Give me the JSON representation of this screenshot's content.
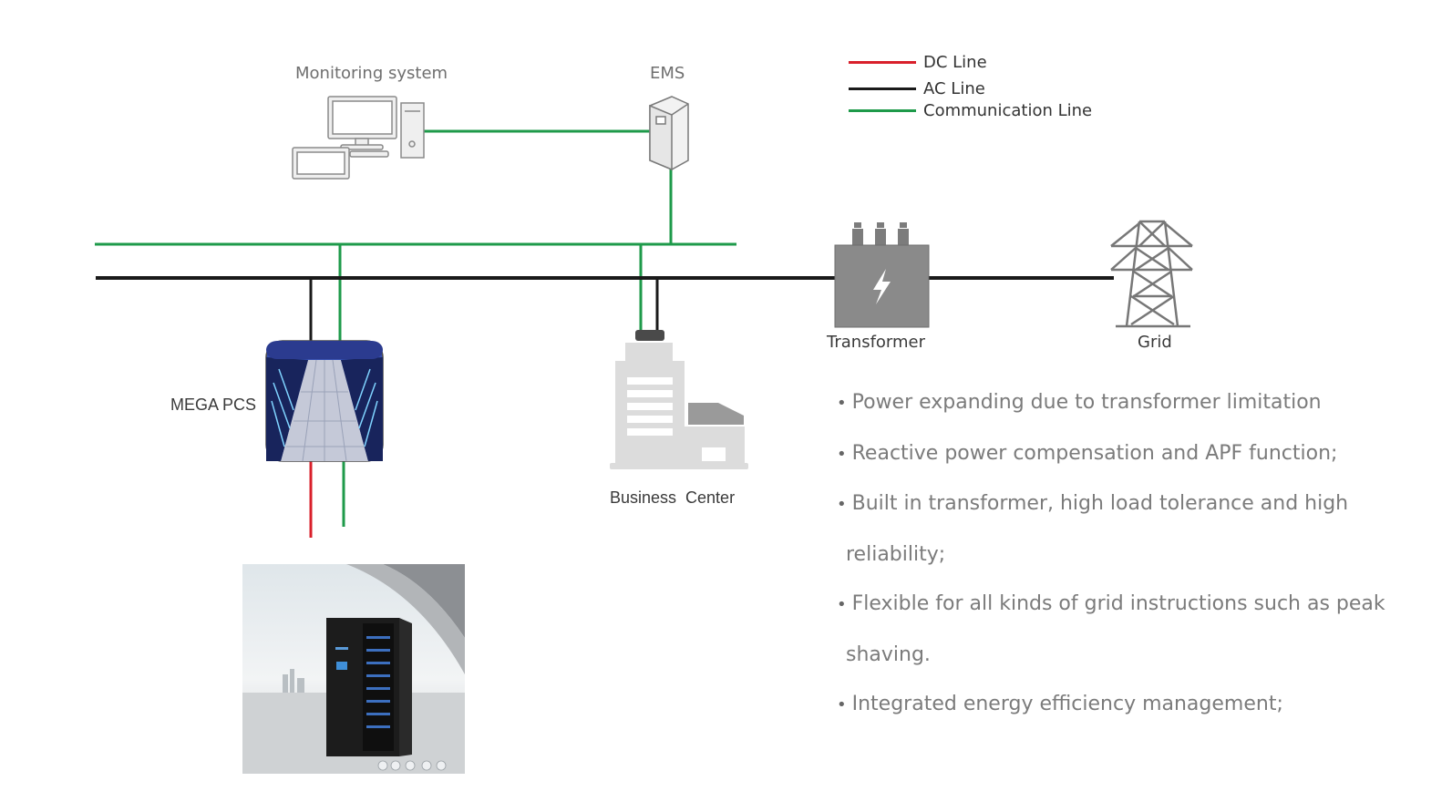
{
  "legend": [
    {
      "label": "DC Line",
      "color": "#d9202b"
    },
    {
      "label": "AC Line",
      "color": "#1a1a1a"
    },
    {
      "label": "Communication Line",
      "color": "#1e9a4a"
    }
  ],
  "nodes": {
    "monitoring": "Monitoring system",
    "ems": "EMS",
    "transformer": "Transformer",
    "grid": "Grid",
    "mega_pcs": "MEGA PCS",
    "business_center": "Business  Center"
  },
  "bullets": [
    "Power expanding due to transformer limitation",
    "Reactive power compensation and APF function;",
    "Built in transformer, high load tolerance and high",
    "reliability;",
    "Flexible for all kinds of grid instructions such as peak",
    "shaving.",
    "Integrated energy efficiency management;"
  ],
  "bullet_continuation": [
    false,
    false,
    false,
    true,
    false,
    true,
    false
  ],
  "colors": {
    "dc_line": "#d9202b",
    "ac_line": "#1a1a1a",
    "comm_line": "#1e9a4a",
    "icon_gray": "#8a8a8a",
    "building": "#dcdcdc"
  },
  "icons": [
    "computer-icon",
    "ems-cabinet-icon",
    "transformer-icon",
    "lightning-icon",
    "transmission-tower-icon",
    "pcs-datacenter-icon",
    "building-icon",
    "battery-cabinet-photo"
  ]
}
